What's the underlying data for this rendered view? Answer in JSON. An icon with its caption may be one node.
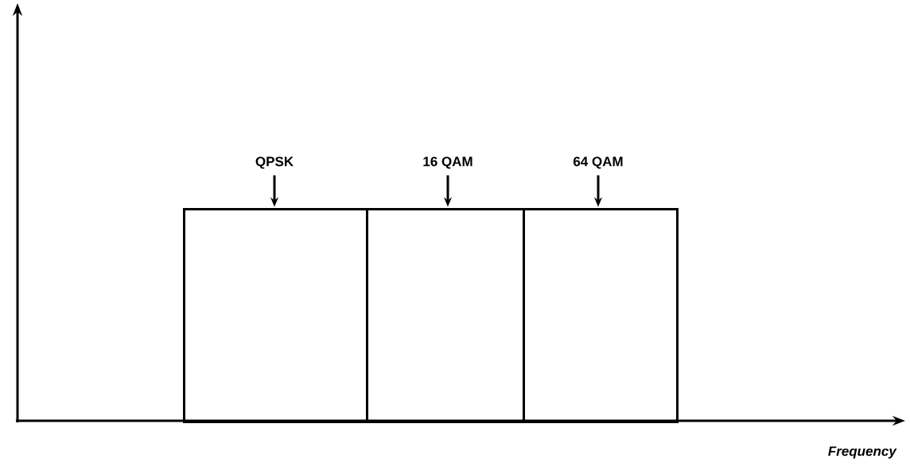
{
  "diagram": {
    "nodes": [
      {
        "text": [
          "QPSK"
        ]
      },
      {
        "text": [
          "16 QAM"
        ]
      },
      {
        "text": [
          "64 QAM"
        ]
      },
      {
        "text": [],
        "shape": "bar"
      },
      {
        "text": [],
        "shape": "bar"
      },
      {
        "text": [],
        "shape": "bar"
      }
    ],
    "edges": [
      {
        "from": 0,
        "to": 3,
        "arrow": "to"
      },
      {
        "from": 1,
        "to": 4,
        "arrow": "to"
      },
      {
        "from": 2,
        "to": 5,
        "arrow": "to"
      }
    ],
    "labels": [
      "Frequency"
    ]
  }
}
